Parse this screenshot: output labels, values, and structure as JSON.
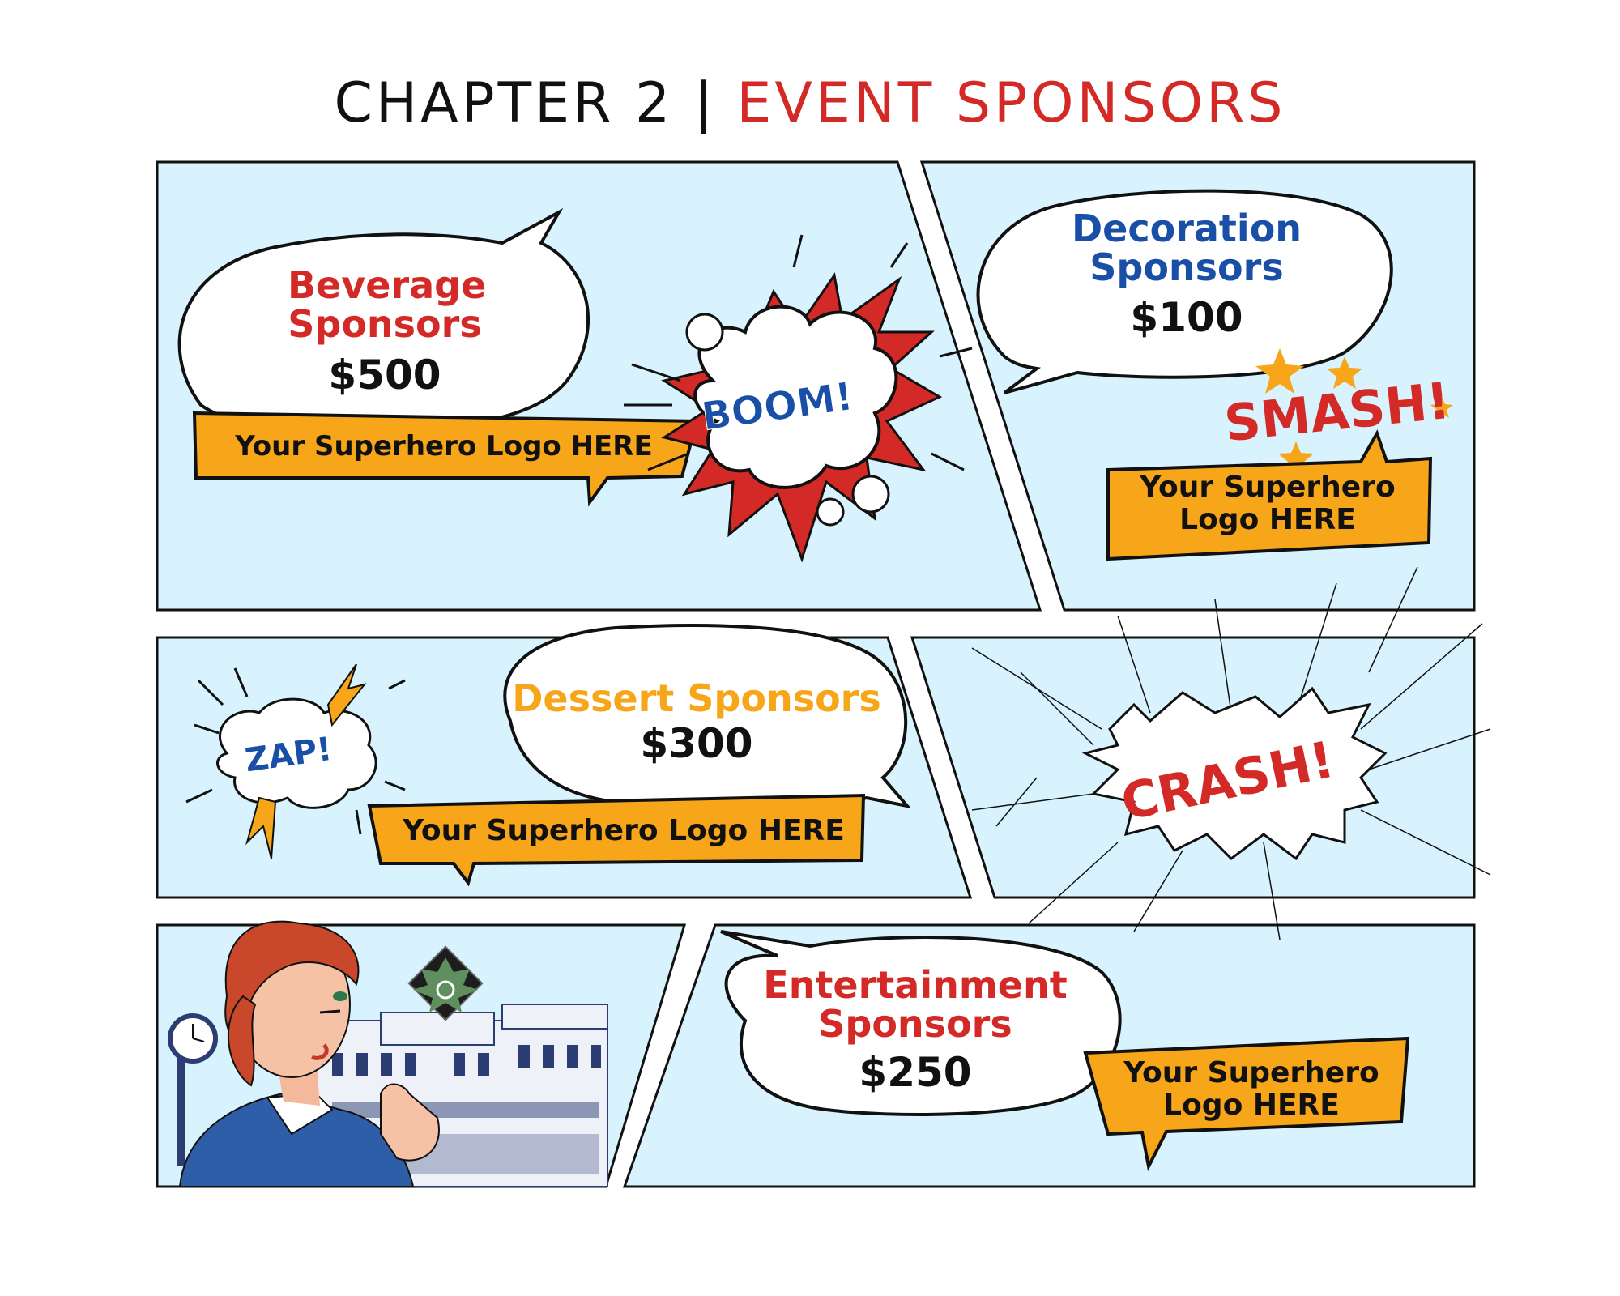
{
  "title": {
    "part1": "CHAPTER 2 | ",
    "part2": "EVENT SPONSORS"
  },
  "colors": {
    "panel_bg": "#d8f3fd",
    "banner": "#f7a519",
    "red": "#d42a27",
    "blue": "#1a4fa8",
    "orange": "#f7a519"
  },
  "beverage": {
    "name_line1": "Beverage",
    "name_line2": "Sponsors",
    "price": "$500",
    "logo": "Your Superhero Logo HERE"
  },
  "decoration": {
    "name_line1": "Decoration",
    "name_line2": "Sponsors",
    "price": "$100",
    "logo_line1": "Your Superhero",
    "logo_line2": "Logo HERE"
  },
  "dessert": {
    "name": "Dessert Sponsors",
    "price": "$300",
    "logo": "Your Superhero Logo HERE"
  },
  "entertainment": {
    "name_line1": "Entertainment",
    "name_line2": "Sponsors",
    "price": "$250",
    "logo_line1": "Your Superhero",
    "logo_line2": "Logo HERE"
  },
  "sfx": {
    "boom": "BOOM!",
    "smash": "SMASH!",
    "zap": "ZAP!",
    "crash": "CRASH!"
  }
}
